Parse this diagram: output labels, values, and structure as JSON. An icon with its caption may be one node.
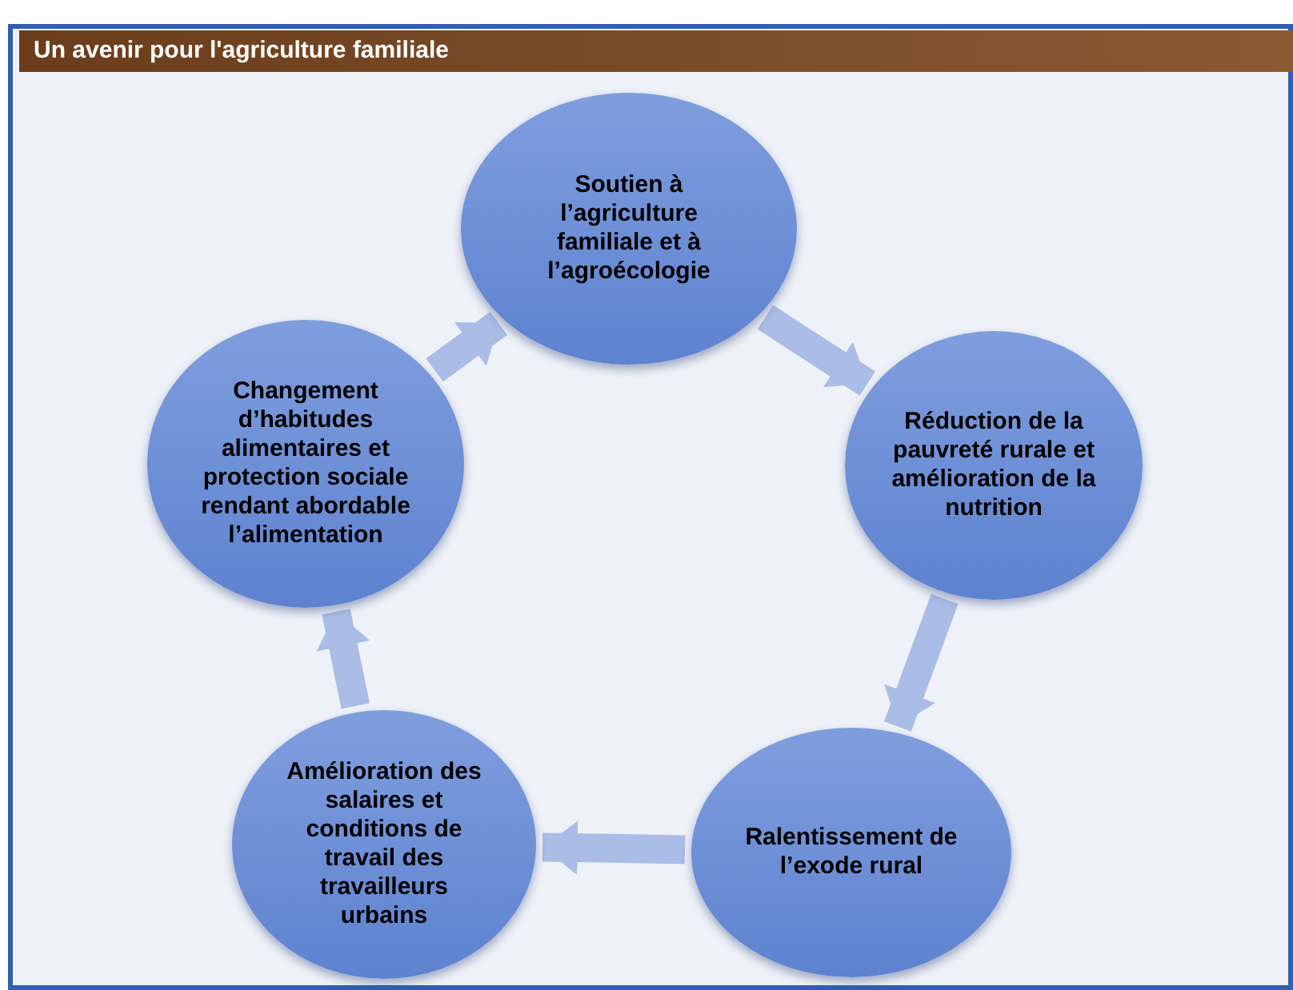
{
  "diagram": {
    "title": "Un avenir pour l'agriculture familiale",
    "nodes": [
      {
        "text": [
          "Soutien à l’agriculture familiale et à l’agroécologie"
        ]
      },
      {
        "text": [
          "Réduction de la pauvreté rurale et amélioration de la nutrition"
        ]
      },
      {
        "text": [
          "Ralentissement de l’exode rural"
        ]
      },
      {
        "text": [
          "Amélioration des salaires et conditions de travail des travailleurs urbains"
        ]
      },
      {
        "text": [
          "Changement d’habitudes alimentaires et protection sociale rendant abordable l’alimentation"
        ]
      }
    ],
    "edges": [
      {
        "from": 0,
        "to": 1,
        "arrow": "to"
      },
      {
        "from": 1,
        "to": 2,
        "arrow": "to"
      },
      {
        "from": 2,
        "to": 3,
        "arrow": "to"
      },
      {
        "from": 3,
        "to": 4,
        "arrow": "to"
      },
      {
        "from": 4,
        "to": 0,
        "arrow": "to"
      }
    ]
  }
}
